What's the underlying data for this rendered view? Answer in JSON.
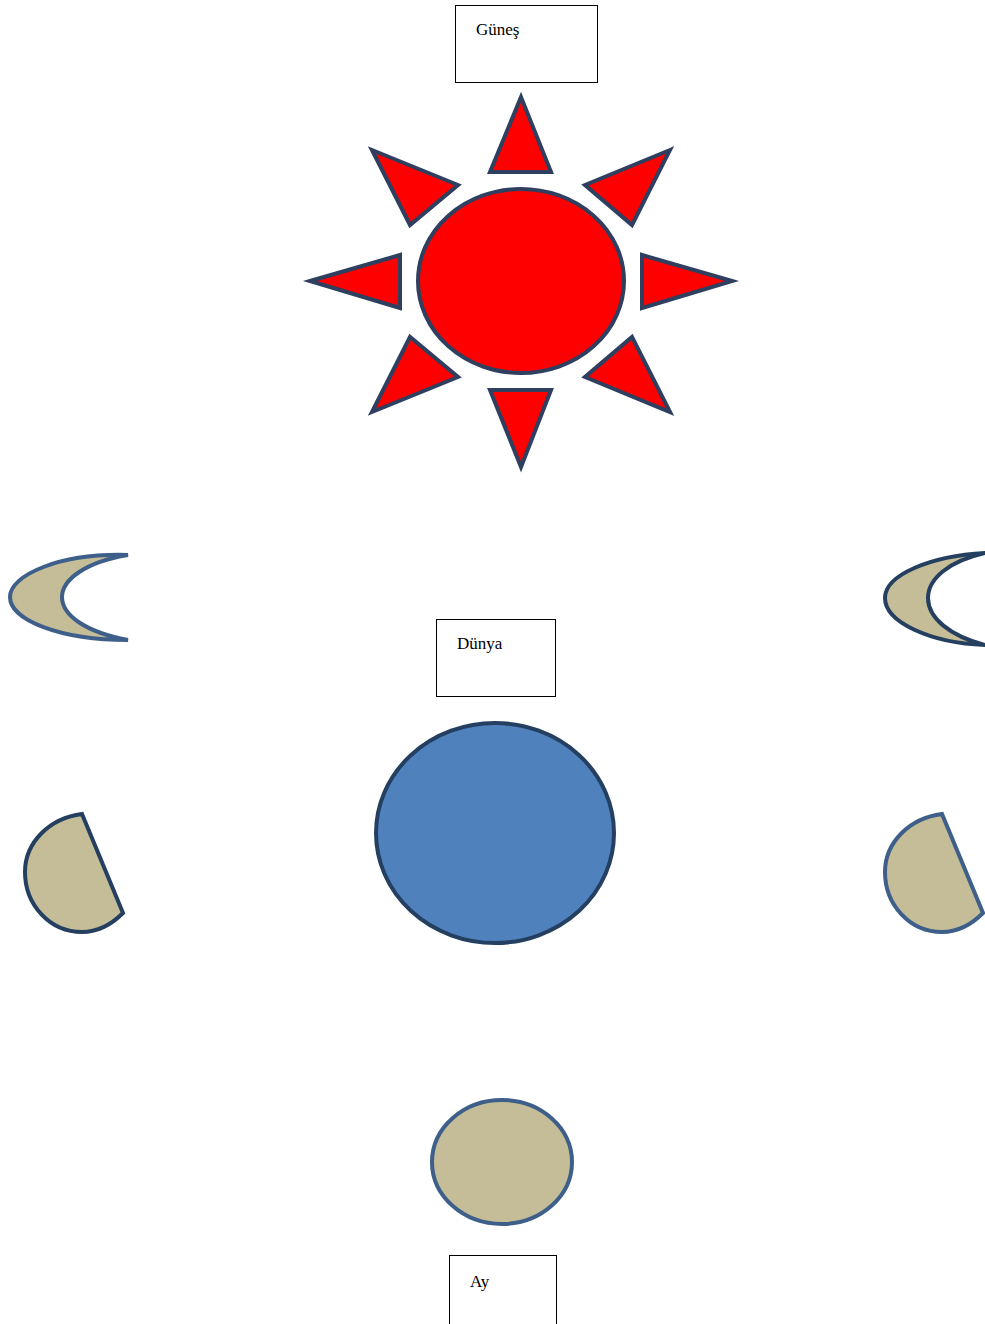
{
  "diagram": {
    "nodes": [
      {
        "text": [
          "Güneş"
        ]
      },
      {
        "text": [
          "Dünya"
        ]
      },
      {
        "text": [
          "Ay"
        ]
      }
    ]
  }
}
